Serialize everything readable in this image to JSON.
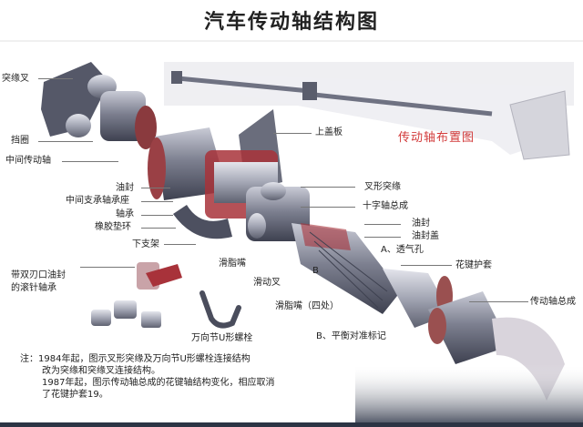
{
  "title": "汽车传动轴结构图",
  "layout_caption": "传动轴布置图",
  "labels": {
    "flange_yoke": "突缘叉",
    "snap_ring": "挡圈",
    "intermediate_shaft": "中间传动轴",
    "oil_seal_1": "油封",
    "center_bearing_seat": "中间支承轴承座",
    "bearing": "轴承",
    "rubber_ring": "橡胶垫环",
    "lower_bracket": "下支架",
    "upper_cover": "上盖板",
    "yoke_flange": "叉形突缘",
    "cross_assembly": "十字轴总成",
    "oil_seal_2": "油封",
    "oil_seal_cover": "油封盖",
    "vent_hole": "A、透气孔",
    "grease_nipple": "滑脂嘴",
    "slip_yoke": "滑动叉",
    "marker_b": "B",
    "spline_boot": "花键护套",
    "grease_nipple_four": "滑脂嘴（四处）",
    "needle_bearing": "带双刃口油封\n的滚针轴承",
    "needle_bearing_line1": "带双刃口油封",
    "needle_bearing_line2": "的滚针轴承",
    "u_bolt": "万向节U形螺栓",
    "balance_mark": "B、平衡对准标记",
    "shaft_assembly": "传动轴总成"
  },
  "note": {
    "line1": "注：1984年起，图示叉形突缘及万向节U形螺栓连接结构",
    "line2": "改为突缘和突缘叉连接结构。",
    "line3": "1987年起，图示传动轴总成的花键轴结构变化，相应取消",
    "line4": "了花键护套19。"
  },
  "colors": {
    "metal_dark": "#4a4d5c",
    "metal_mid": "#8a8d9c",
    "metal_light": "#c9cbd6",
    "cutaway_red": "#a8323a",
    "caption_red": "#d23a3a"
  }
}
